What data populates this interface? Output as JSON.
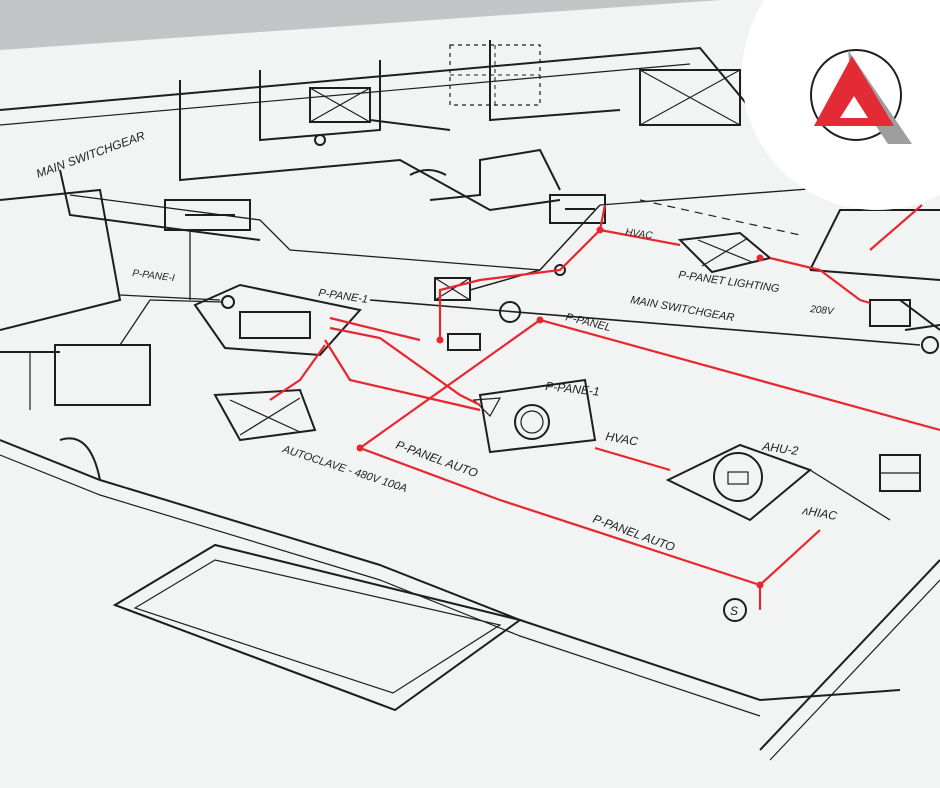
{
  "labels": {
    "main_switchgear_top": "MAIN SWITCHGEAR",
    "main_switchgear_mid": "MAIN SWITCHGEAR",
    "p_pane_left_small": "P-PANE-I",
    "p_pane_1_left": "P-PANE-1",
    "p_panet_lighting": "P-PANET LIGHTING",
    "p_panel": "P-PANEL",
    "p_pane_1_center": "P-PANE-1",
    "hvac_top": "HVAC",
    "hvac_center": "HVAC",
    "ahu_2": "AHU-2",
    "ahu_hvac": "ʌHIAC",
    "p_panel_auto_1": "P-PANEL AUTO",
    "p_panel_auto_2": "P-PANEL AUTO",
    "autoclave": "AUTOCLAVE - 480V 100A",
    "voltage_right": "208V",
    "s_marker": "S"
  },
  "colors": {
    "ink": "#1e1e1e",
    "accent_red": "#e8262d",
    "paper": "#f2f3f3",
    "background": "#c9cbcc",
    "logo_red": "#e32b35",
    "logo_grey": "#9e9e9e"
  },
  "logo": {
    "icon": "triangle-a-logo-icon"
  }
}
